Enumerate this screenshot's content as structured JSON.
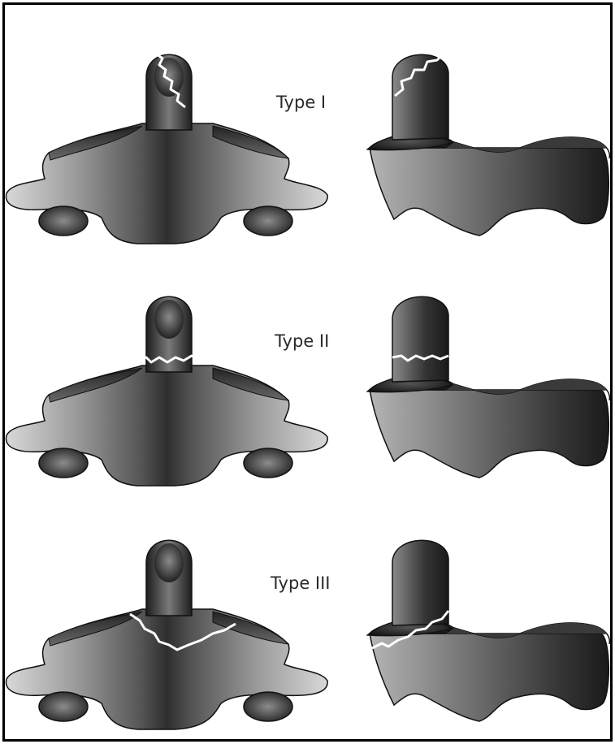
{
  "labels": {
    "type1": "Type I",
    "type2": "Type II",
    "type3": "Type III"
  },
  "colors": {
    "frame": "#000000",
    "fracture_line": "#ffffff",
    "bone_dark": "#2b2b2b",
    "bone_mid": "#6e6e6e",
    "bone_light": "#c9c9c9",
    "outline": "#111111"
  },
  "panels": [
    {
      "label_key": "type1",
      "fracture": "odontoid-tip"
    },
    {
      "label_key": "type2",
      "fracture": "odontoid-base"
    },
    {
      "label_key": "type3",
      "fracture": "vertebral-body"
    }
  ]
}
